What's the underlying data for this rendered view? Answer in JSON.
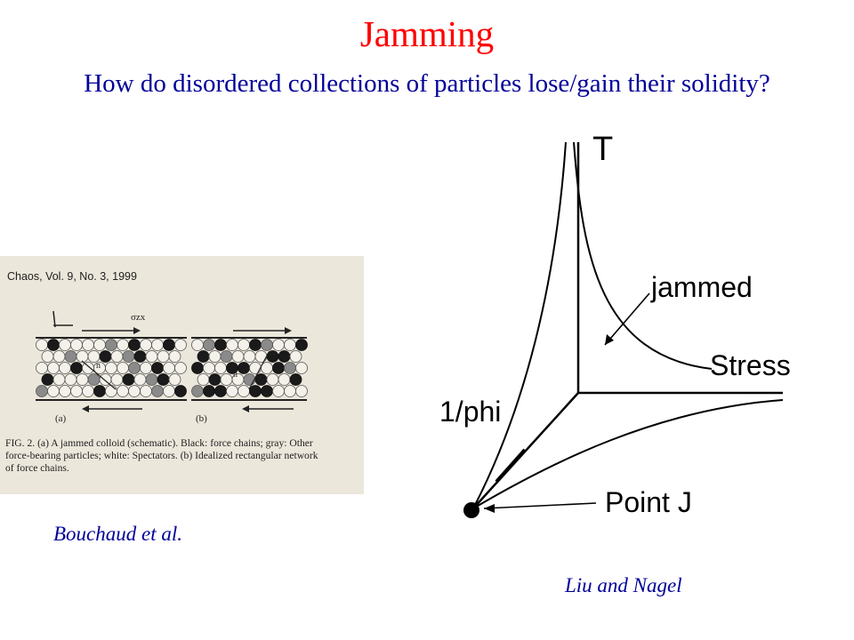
{
  "colors": {
    "title": "#ff0000",
    "subtitle": "#000099",
    "credit": "#000099",
    "diagram_ink": "#000000",
    "scan_bg": "#ece7db"
  },
  "slide": {
    "title": "Jamming",
    "subtitle": "How do disordered collections of particles lose/gain their solidity?"
  },
  "figure_left": {
    "header": "Chaos, Vol. 9, No. 3, 1999",
    "sigma_label": "σzx",
    "panel_a": "(a)",
    "panel_b": "(b)",
    "n_label": "n",
    "m_label": "m",
    "caption_lines": [
      "FIG. 2. (a) A jammed colloid (schematic). Black: force chains; gray: Other",
      "force-bearing particles; white: Spectators. (b) Idealized rectangular network",
      "of force chains."
    ],
    "credit": "Bouchaud et al."
  },
  "figure_right": {
    "axis_t": "T",
    "axis_stress": "Stress",
    "axis_phi": "1/phi",
    "region_label": "jammed",
    "point_label": "Point J",
    "credit": "Liu and Nagel"
  }
}
